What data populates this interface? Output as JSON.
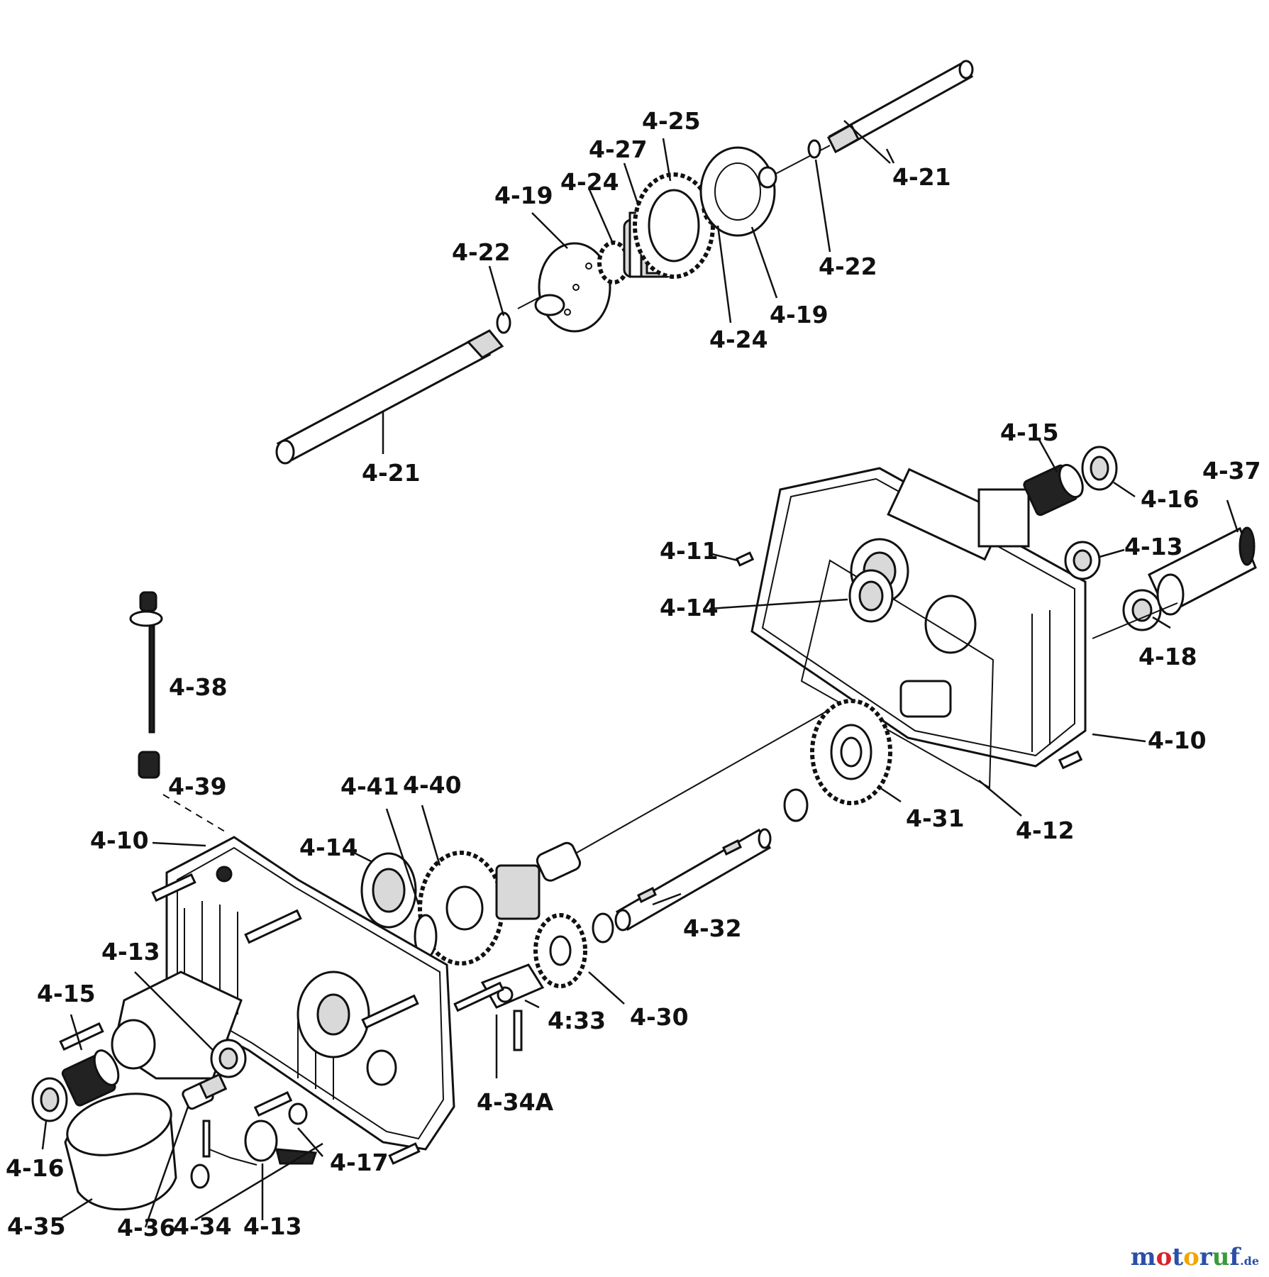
{
  "labels": {
    "l_4_25": "4-25",
    "l_4_27": "4-27",
    "l_4_24_a": "4-24",
    "l_4_19_a": "4-19",
    "l_4_22_a": "4-22",
    "l_4_21_a": "4-21",
    "l_4_22_b": "4-22",
    "l_4_19_b": "4-19",
    "l_4_24_b": "4-24",
    "l_4_21_b": "4-21",
    "l_4_15_a": "4-15",
    "l_4_37": "4-37",
    "l_4_16_a": "4-16",
    "l_4_13_a": "4-13",
    "l_4_11": "4-11",
    "l_4_14_a": "4-14",
    "l_4_18": "4-18",
    "l_4_38": "4-38",
    "l_4_10_a": "4-10",
    "l_4_39": "4-39",
    "l_4_41": "4-41",
    "l_4_40": "4-40",
    "l_4_10_b": "4-10",
    "l_4_14_b": "4-14",
    "l_4_31": "4-31",
    "l_4_12": "4-12",
    "l_4_32": "4-32",
    "l_4_13_b": "4-13",
    "l_4_15_b": "4-15",
    "l_4_33": "4:33",
    "l_4_30": "4-30",
    "l_4_34A": "4-34A",
    "l_4_17": "4-17",
    "l_4_16_b": "4-16",
    "l_4_35": "4-35",
    "l_4_36": "4-36",
    "l_4_34": "4-34",
    "l_4_13_c": "4-13"
  },
  "watermark": {
    "brand_m": "m",
    "brand_o1": "o",
    "brand_t": "t",
    "brand_o2": "o",
    "brand_r": "r",
    "brand_u": "u",
    "brand_f": "f",
    "suffix": ".de"
  },
  "colors": {
    "brand_blue": "#2a4fa8",
    "brand_red": "#d8232a",
    "brand_orange": "#f0a500",
    "brand_green": "#3a9a3a",
    "ink": "#111111"
  }
}
